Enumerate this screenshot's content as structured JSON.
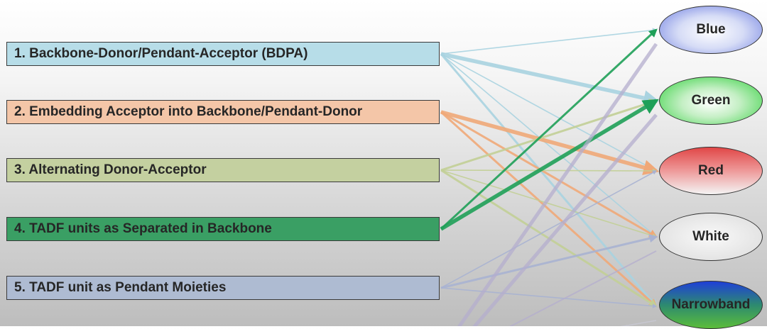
{
  "strategies": [
    {
      "id": "s1",
      "label": "1. Backbone-Donor/Pendant-Acceptor (BDPA)",
      "color": "#b7dde8"
    },
    {
      "id": "s2",
      "label": "2. Embedding Acceptor into Backbone/Pendant-Donor",
      "color": "#f4c6a8"
    },
    {
      "id": "s3",
      "label": "3. Alternating Donor-Acceptor",
      "color": "#c4d0a0"
    },
    {
      "id": "s4",
      "label": "4. TADF units as Separated in Backbone",
      "color": "#3a9f64"
    },
    {
      "id": "s5",
      "label": "5. TADF unit as Pendant Moieties",
      "color": "#aebbd2"
    }
  ],
  "emission_colors": [
    {
      "id": "blue",
      "label": "Blue"
    },
    {
      "id": "green",
      "label": "Green"
    },
    {
      "id": "red",
      "label": "Red"
    },
    {
      "id": "white",
      "label": "White"
    },
    {
      "id": "narrowband",
      "label": "Narrowband"
    }
  ],
  "connections": [
    {
      "from": "s1",
      "to": "blue",
      "weight": "thin",
      "color": "#a9d3e0"
    },
    {
      "from": "s1",
      "to": "green",
      "weight": "thick",
      "color": "#a9d3e0"
    },
    {
      "from": "s1",
      "to": "red",
      "weight": "thin",
      "color": "#a9d3e0"
    },
    {
      "from": "s1",
      "to": "white",
      "weight": "thin",
      "color": "#a9d3e0"
    },
    {
      "from": "s1",
      "to": "narrowband",
      "weight": "medium",
      "color": "#a9d3e0"
    },
    {
      "from": "s2",
      "to": "red",
      "weight": "thick",
      "color": "#f0a878"
    },
    {
      "from": "s2",
      "to": "white",
      "weight": "medium",
      "color": "#f0a878"
    },
    {
      "from": "s2",
      "to": "narrowband",
      "weight": "medium",
      "color": "#f0a878"
    },
    {
      "from": "s3",
      "to": "green",
      "weight": "medium",
      "color": "#c2cf96"
    },
    {
      "from": "s3",
      "to": "red",
      "weight": "thin",
      "color": "#c2cf96"
    },
    {
      "from": "s3",
      "to": "white",
      "weight": "thin",
      "color": "#c2cf96"
    },
    {
      "from": "s3",
      "to": "narrowband",
      "weight": "medium",
      "color": "#c2cf96"
    },
    {
      "from": "s4",
      "to": "blue",
      "weight": "medium",
      "color": "#1fa058"
    },
    {
      "from": "s4",
      "to": "green",
      "weight": "thick",
      "color": "#1fa058"
    },
    {
      "from": "s5",
      "to": "red",
      "weight": "thin",
      "color": "#a9b2d2"
    },
    {
      "from": "s5",
      "to": "white",
      "weight": "medium",
      "color": "#a9b2d2"
    },
    {
      "from": "s5",
      "to": "narrowband",
      "weight": "thin",
      "color": "#a9b2d2"
    }
  ]
}
